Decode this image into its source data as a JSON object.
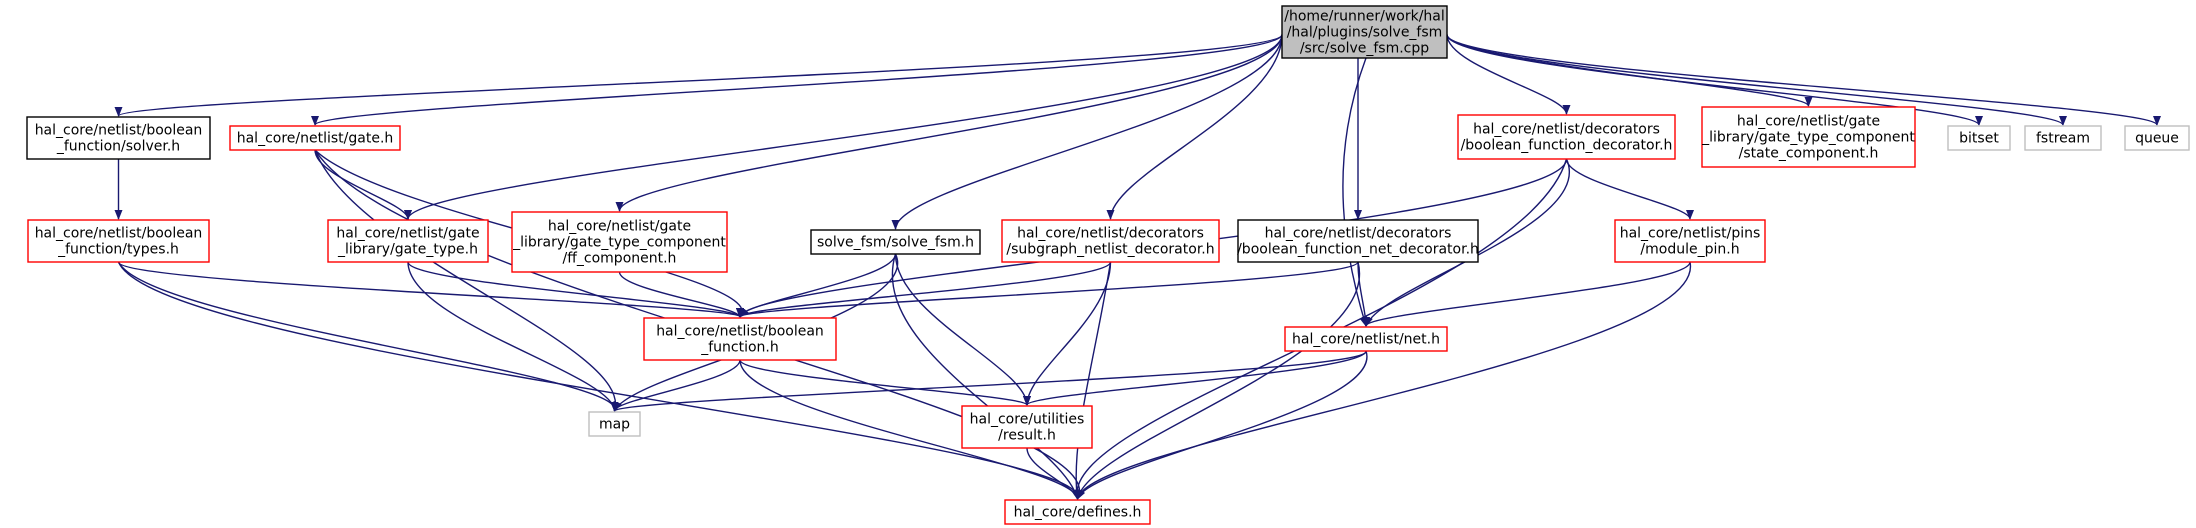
{
  "colors": {
    "edge": "#191970",
    "root_fill": "#bfbfbf",
    "border_documented": "#ff0000",
    "border_plain": "#000000",
    "border_system": "#bfbfbf",
    "text": "#000000"
  },
  "nodes": [
    {
      "id": "root",
      "kind": "root",
      "lines": [
        "/home/runner/work/hal",
        "/hal/plugins/solve_fsm",
        "/src/solve_fsm.cpp"
      ]
    },
    {
      "id": "solver",
      "kind": "plain",
      "lines": [
        "hal_core/netlist/boolean",
        "_function/solver.h"
      ]
    },
    {
      "id": "gate",
      "kind": "documented",
      "lines": [
        "hal_core/netlist/gate.h"
      ]
    },
    {
      "id": "bfdec",
      "kind": "documented",
      "lines": [
        "hal_core/netlist/decorators",
        "/boolean_function_decorator.h"
      ]
    },
    {
      "id": "statecomp",
      "kind": "documented",
      "lines": [
        "hal_core/netlist/gate",
        "_library/gate_type_component",
        "/state_component.h"
      ]
    },
    {
      "id": "bitset",
      "kind": "system",
      "lines": [
        "bitset"
      ]
    },
    {
      "id": "fstream",
      "kind": "system",
      "lines": [
        "fstream"
      ]
    },
    {
      "id": "queue",
      "kind": "system",
      "lines": [
        "queue"
      ]
    },
    {
      "id": "types",
      "kind": "documented",
      "lines": [
        "hal_core/netlist/boolean",
        "_function/types.h"
      ]
    },
    {
      "id": "gatetype",
      "kind": "documented",
      "lines": [
        "hal_core/netlist/gate",
        "_library/gate_type.h"
      ]
    },
    {
      "id": "ffcomp",
      "kind": "documented",
      "lines": [
        "hal_core/netlist/gate",
        "_library/gate_type_component",
        "/ff_component.h"
      ]
    },
    {
      "id": "solvefsm",
      "kind": "plain",
      "lines": [
        "solve_fsm/solve_fsm.h"
      ]
    },
    {
      "id": "subdec",
      "kind": "documented",
      "lines": [
        "hal_core/netlist/decorators",
        "/subgraph_netlist_decorator.h"
      ]
    },
    {
      "id": "bfnetdec",
      "kind": "plain",
      "lines": [
        "hal_core/netlist/decorators",
        "/boolean_function_net_decorator.h"
      ]
    },
    {
      "id": "modpin",
      "kind": "documented",
      "lines": [
        "hal_core/netlist/pins",
        "/module_pin.h"
      ]
    },
    {
      "id": "boolfn",
      "kind": "documented",
      "lines": [
        "hal_core/netlist/boolean",
        "_function.h"
      ]
    },
    {
      "id": "net",
      "kind": "documented",
      "lines": [
        "hal_core/netlist/net.h"
      ]
    },
    {
      "id": "map",
      "kind": "system",
      "lines": [
        "map"
      ]
    },
    {
      "id": "result",
      "kind": "documented",
      "lines": [
        "hal_core/utilities",
        "/result.h"
      ]
    },
    {
      "id": "defines",
      "kind": "documented",
      "lines": [
        "hal_core/defines.h"
      ]
    }
  ],
  "edges": [
    {
      "from": "root",
      "to": "solver"
    },
    {
      "from": "root",
      "to": "gate"
    },
    {
      "from": "root",
      "to": "gatetype"
    },
    {
      "from": "root",
      "to": "ffcomp"
    },
    {
      "from": "root",
      "to": "solvefsm"
    },
    {
      "from": "root",
      "to": "subdec"
    },
    {
      "from": "root",
      "to": "bfnetdec"
    },
    {
      "from": "root",
      "to": "net"
    },
    {
      "from": "root",
      "to": "bfdec"
    },
    {
      "from": "root",
      "to": "statecomp"
    },
    {
      "from": "root",
      "to": "bitset"
    },
    {
      "from": "root",
      "to": "fstream"
    },
    {
      "from": "root",
      "to": "queue"
    },
    {
      "from": "solver",
      "to": "types"
    },
    {
      "from": "gate",
      "to": "gatetype"
    },
    {
      "from": "gate",
      "to": "boolfn"
    },
    {
      "from": "gate",
      "to": "map"
    },
    {
      "from": "gate",
      "to": "defines"
    },
    {
      "from": "types",
      "to": "boolfn"
    },
    {
      "from": "types",
      "to": "map"
    },
    {
      "from": "types",
      "to": "defines"
    },
    {
      "from": "gatetype",
      "to": "boolfn"
    },
    {
      "from": "gatetype",
      "to": "map"
    },
    {
      "from": "ffcomp",
      "to": "boolfn"
    },
    {
      "from": "solvefsm",
      "to": "boolfn"
    },
    {
      "from": "solvefsm",
      "to": "map"
    },
    {
      "from": "solvefsm",
      "to": "result"
    },
    {
      "from": "solvefsm",
      "to": "defines"
    },
    {
      "from": "subdec",
      "to": "boolfn"
    },
    {
      "from": "subdec",
      "to": "result"
    },
    {
      "from": "subdec",
      "to": "defines"
    },
    {
      "from": "bfnetdec",
      "to": "boolfn"
    },
    {
      "from": "bfnetdec",
      "to": "net"
    },
    {
      "from": "bfnetdec",
      "to": "defines"
    },
    {
      "from": "bfdec",
      "to": "boolfn"
    },
    {
      "from": "bfdec",
      "to": "net"
    },
    {
      "from": "bfdec",
      "to": "modpin"
    },
    {
      "from": "bfdec",
      "to": "defines"
    },
    {
      "from": "modpin",
      "to": "net"
    },
    {
      "from": "modpin",
      "to": "defines"
    },
    {
      "from": "boolfn",
      "to": "map"
    },
    {
      "from": "boolfn",
      "to": "result"
    },
    {
      "from": "boolfn",
      "to": "defines"
    },
    {
      "from": "net",
      "to": "map"
    },
    {
      "from": "net",
      "to": "result"
    },
    {
      "from": "net",
      "to": "defines"
    },
    {
      "from": "result",
      "to": "defines"
    }
  ]
}
